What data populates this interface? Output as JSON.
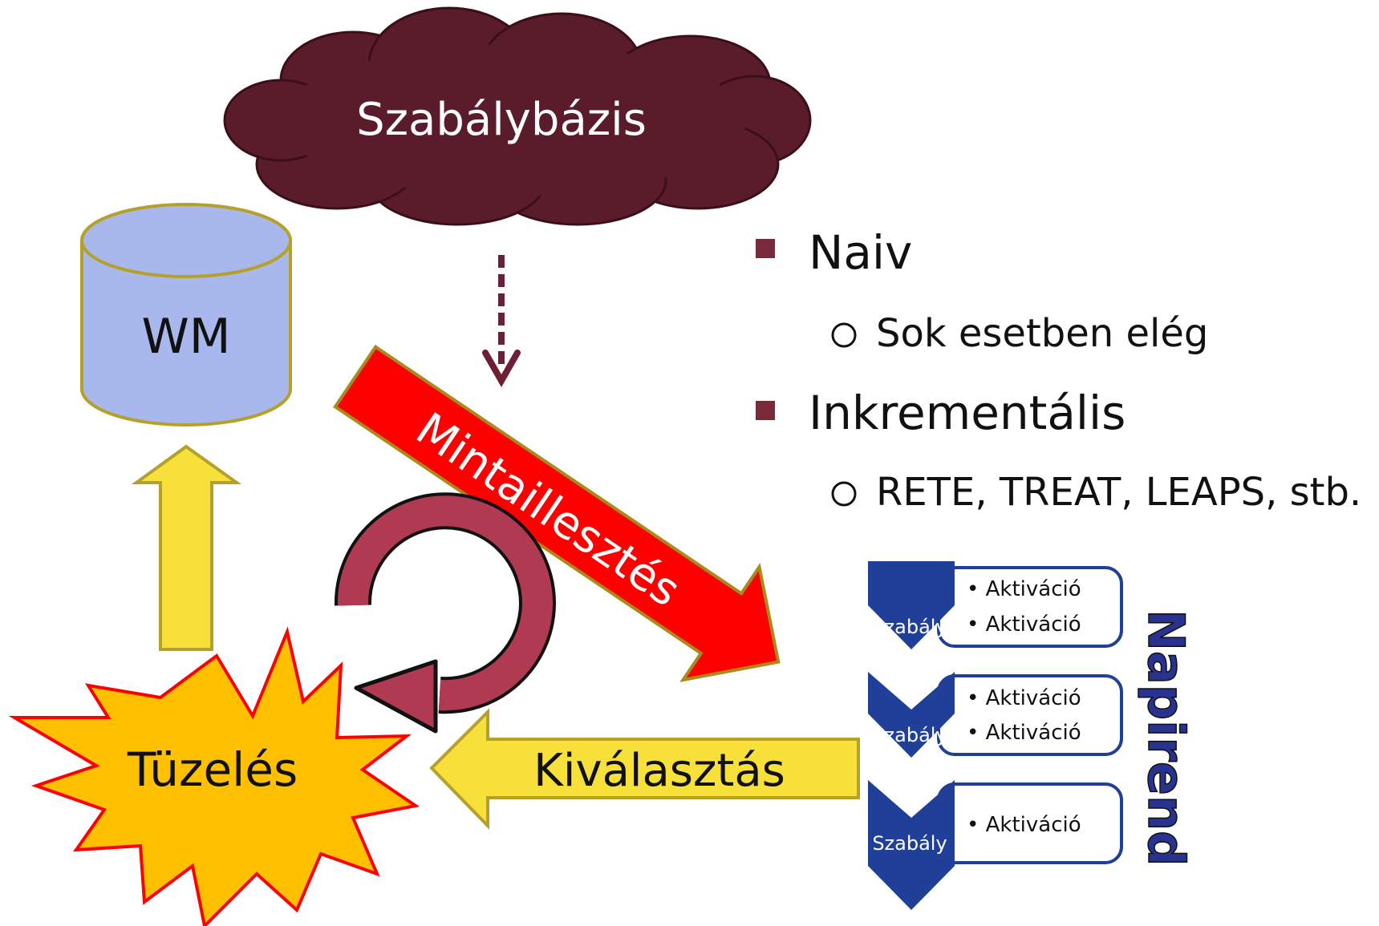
{
  "diagram": {
    "cloud_label": "Szabálybázis",
    "wm_label": "WM",
    "match_label": "Mintaillesztés",
    "fire_label": "Tüzelés",
    "select_label": "Kiválasztás",
    "agenda_label": "Napirend",
    "bullets": [
      {
        "level": 1,
        "text": "Naiv"
      },
      {
        "level": 2,
        "text": "Sok esetben elég"
      },
      {
        "level": 1,
        "text": "Inkrementális"
      },
      {
        "level": 2,
        "text": "RETE, TREAT, LEAPS, stb."
      }
    ],
    "agenda": [
      {
        "rule": "Szabály",
        "activations": [
          "Aktiváció",
          "Aktiváció"
        ]
      },
      {
        "rule": "Szabály",
        "activations": [
          "Aktiváció",
          "Aktiváció"
        ]
      },
      {
        "rule": "Szabály",
        "activations": [
          "Aktiváció"
        ]
      }
    ]
  },
  "colors": {
    "cloud": "#5a1c2b",
    "cylinder": "#a9b8ec",
    "cylinder_border": "#b5a02a",
    "yellow_arrow": "#f7e03a",
    "red_arrow": "#ff0000",
    "cycle_arrow": "#b03a52",
    "star": "#ffc000",
    "star_border": "#ff0000",
    "chevron": "#1f3f99",
    "bullet_square": "#7a2a3a",
    "agenda_text": "#27338f"
  }
}
